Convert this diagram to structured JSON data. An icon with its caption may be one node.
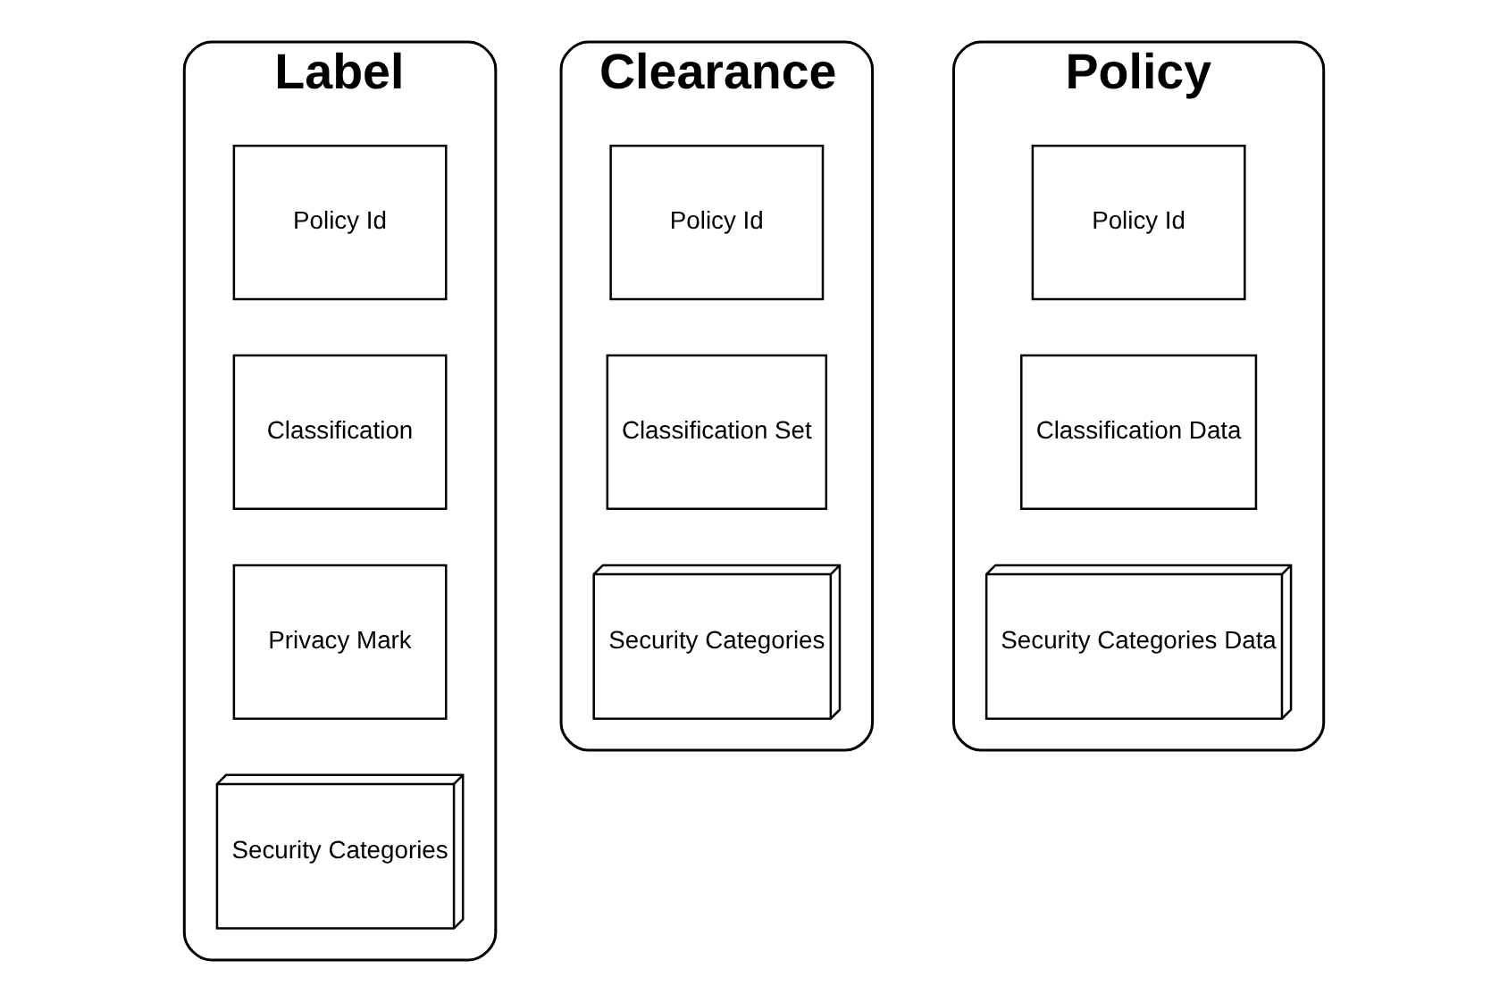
{
  "diagram": {
    "nodes": [
      {
        "text": [
          "Label"
        ]
      },
      {
        "text": [
          "Policy Id"
        ],
        "in": 0
      },
      {
        "text": [
          "Classification"
        ],
        "in": 0
      },
      {
        "text": [
          "Privacy Mark"
        ],
        "in": 0
      },
      {
        "text": [
          "Security Categories"
        ],
        "in": 0
      },
      {
        "text": [
          "Clearance"
        ]
      },
      {
        "text": [
          "Policy Id"
        ],
        "in": 5
      },
      {
        "text": [
          "Classification Set"
        ],
        "in": 5
      },
      {
        "text": [
          "Security Categories"
        ],
        "in": 5
      },
      {
        "text": [
          "Policy"
        ]
      },
      {
        "text": [
          "Policy Id"
        ],
        "in": 9
      },
      {
        "text": [
          "Classification Data"
        ],
        "in": 9
      },
      {
        "text": [
          "Security Categories Data"
        ],
        "in": 9
      }
    ],
    "edges": []
  }
}
